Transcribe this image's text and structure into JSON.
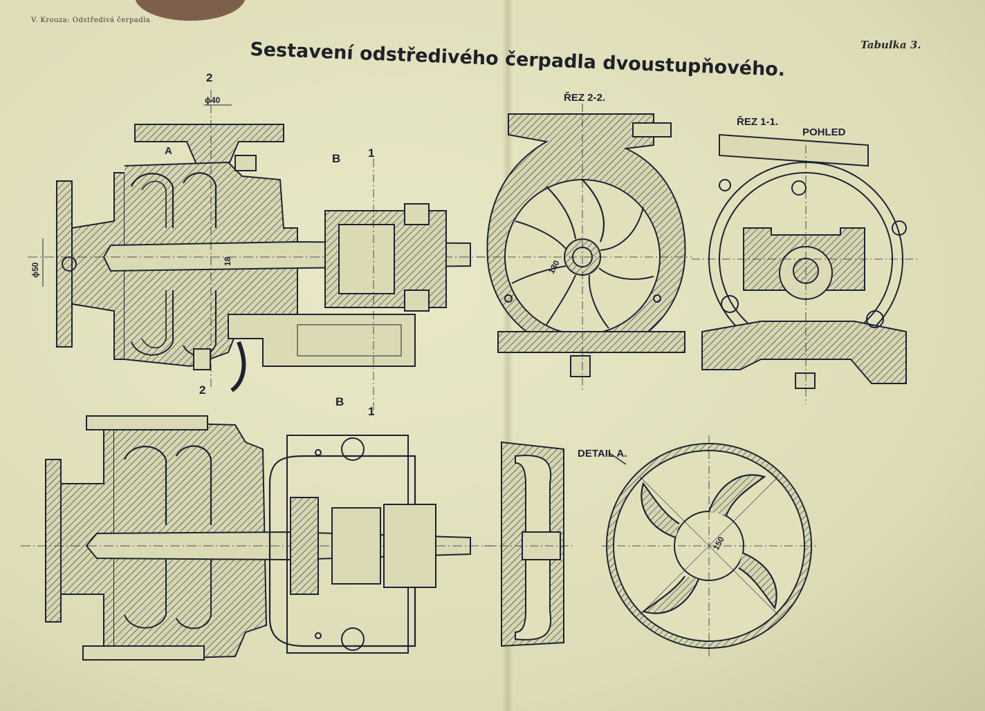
{
  "header": {
    "running_head": "V. Krouza: Odstředivá čerpadla",
    "title": "Sestavení odstředivého čerpadla dvoustupňového.",
    "table_label": "Tabulka 3."
  },
  "labels": {
    "section_mark_top": "2",
    "section_mark_bottom": "2",
    "dim_phi40": "ϕ40",
    "dim_phi50": "ϕ50",
    "dim_18": "18",
    "dim_130": "130",
    "dim_150": "150",
    "mark_a": "A",
    "mark_b_top": "B",
    "mark_b_bottom": "B",
    "mark_1_top": "1",
    "mark_1_bottom": "1",
    "rez_2_2": "ŘEZ 2-2.",
    "rez_1_1": "ŘEZ 1-1.",
    "pohled": "POHLED",
    "detail_a": "DETAIL A."
  },
  "colors": {
    "paper": "#e4e2bf",
    "ink": "#1c2235"
  }
}
